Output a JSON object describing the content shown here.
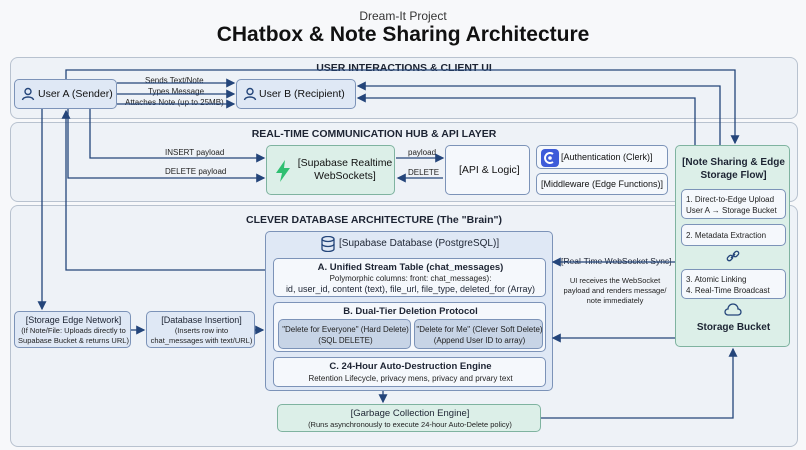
{
  "header": {
    "project": "Dream-It Project",
    "title": "CHatbox & Note Sharing Architecture"
  },
  "zones": {
    "user": "USER INTERACTIONS & CLIENT UI",
    "hub": "REAL-TIME COMMUNICATION HUB & API LAYER",
    "db": "CLEVER DATABASE ARCHITECTURE (The \"Brain\")"
  },
  "nodes": {
    "user_a": "User A (Sender)",
    "user_b": "User B (Recipient)",
    "realtime": "[Supabase Realtime\nWebSockets]",
    "api": "[API & Logic]",
    "auth": "[Authentication (Clerk)]",
    "middleware": "[Middleware (Edge Functions)]",
    "note_flow_title": "[Note Sharing & Edge\nStorage Flow]",
    "note_step1": "1. Direct-to-Edge Upload\nUser A → Storage Bucket",
    "note_step2": "2. Metadata Extraction",
    "note_step3": "3. Atomic Linking\n4. Real-Time Broadcast",
    "storage_bucket": "Storage Bucket",
    "supabase_db": "[Supabase Database (PostgreSQL)]",
    "table_a_title": "A. Unified Stream Table (chat_messages)",
    "table_a_sub": "Polymorphic columns: front: chat_messages):",
    "table_a_cols": "id, user_id, content (text), file_url, file_type, deleted_for (Array)",
    "table_b_title": "B. Dual-Tier Deletion Protocol",
    "del_everyone_title": "\"Delete for Everyone\" (Hard Delete)",
    "del_everyone_sub": "(SQL DELETE)",
    "del_me_title": "\"Delete for Me\" (Clever Soft Delete)",
    "del_me_sub": "(Append User ID to array)",
    "table_c_title": "C. 24-Hour Auto-Destruction Engine",
    "table_c_sub": "Retention Lifecycle, privacy mens, privacy and prvary text",
    "edge_net_title": "[Storage Edge Network]",
    "edge_net_sub": "(If Note/File: Uploads directly to\nSupabase Bucket & returns URL)",
    "db_insert_title": "[Database Insertion]",
    "db_insert_sub": "(Inserts row into\nchat_messages with text/URL)",
    "gc_title": "[Garbage Collection Engine]",
    "gc_sub": "(Runs asynchronously to execute 24-hour Auto-Delete policy)"
  },
  "edge_labels": {
    "sends": "Sends Text/Note",
    "types": "Types Message",
    "attaches": "Attaches Note (up to 25MB)",
    "insert": "INSERT payload",
    "delete_payload": "DELETE payload",
    "payload": "payload",
    "delete": "DELETE",
    "rt_sync": "[Real-Time WebSocket Sync]",
    "rt_sync_sub": "UI receives the WebSocket\npayload and renders message/\nnote immediately"
  },
  "colors": {
    "background": "#f7f8fa",
    "zone_fill": "#eef2f7",
    "box_blue": "#dfe8f5",
    "box_green": "#dcefe8",
    "arrow": "#24457a",
    "lightning": "#2fbf71",
    "auth_icon": "#3d5bd9"
  }
}
